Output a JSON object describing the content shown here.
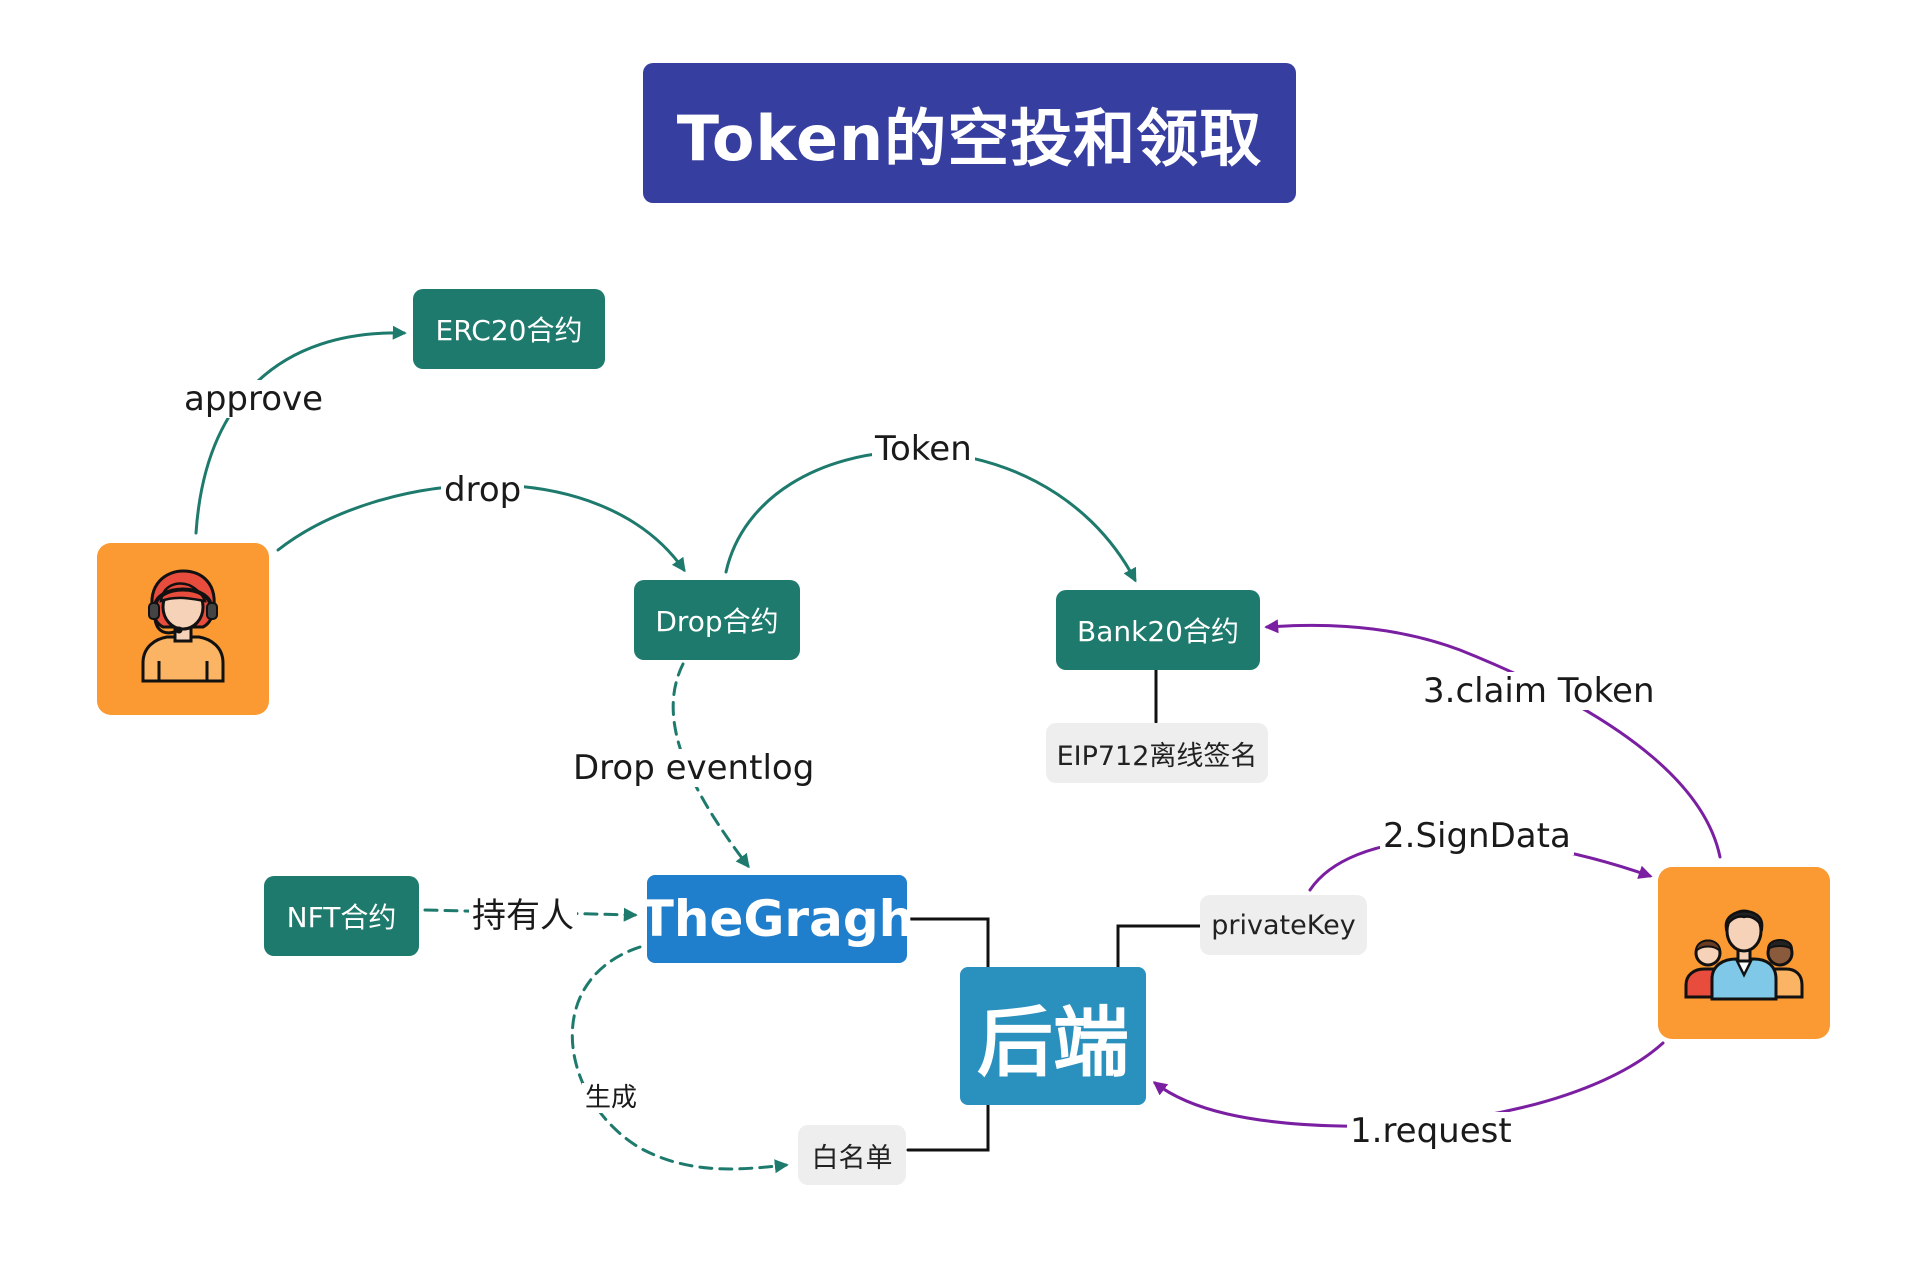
{
  "title": "Token的空投和领取",
  "nodes": {
    "erc20": "ERC20合约",
    "drop_contract": "Drop合约",
    "bank20": "Bank20合约",
    "eip712": "EIP712离线签名",
    "nft": "NFT合约",
    "thegragh": "TheGragh",
    "backend": "后端",
    "private_key": "privateKey",
    "whitelist": "白名单"
  },
  "edges": {
    "approve": "approve",
    "drop": "drop",
    "token": "Token",
    "drop_eventlog": "Drop eventlog",
    "holder": "持有人",
    "generate": "生成",
    "claim_token": "3.claim Token",
    "sign_data": "2.SignData",
    "request": "1.request"
  },
  "icons": {
    "admin": "woman-headset-icon",
    "users": "user-group-icon"
  },
  "colors": {
    "title_bg": "#363fa0",
    "contract": "#1d7a6c",
    "thegragh": "#1f7fcc",
    "backend": "#2a90bd",
    "actor": "#fb9932",
    "teal_edge": "#1d7a6c",
    "purple_edge": "#7b1fa2"
  }
}
